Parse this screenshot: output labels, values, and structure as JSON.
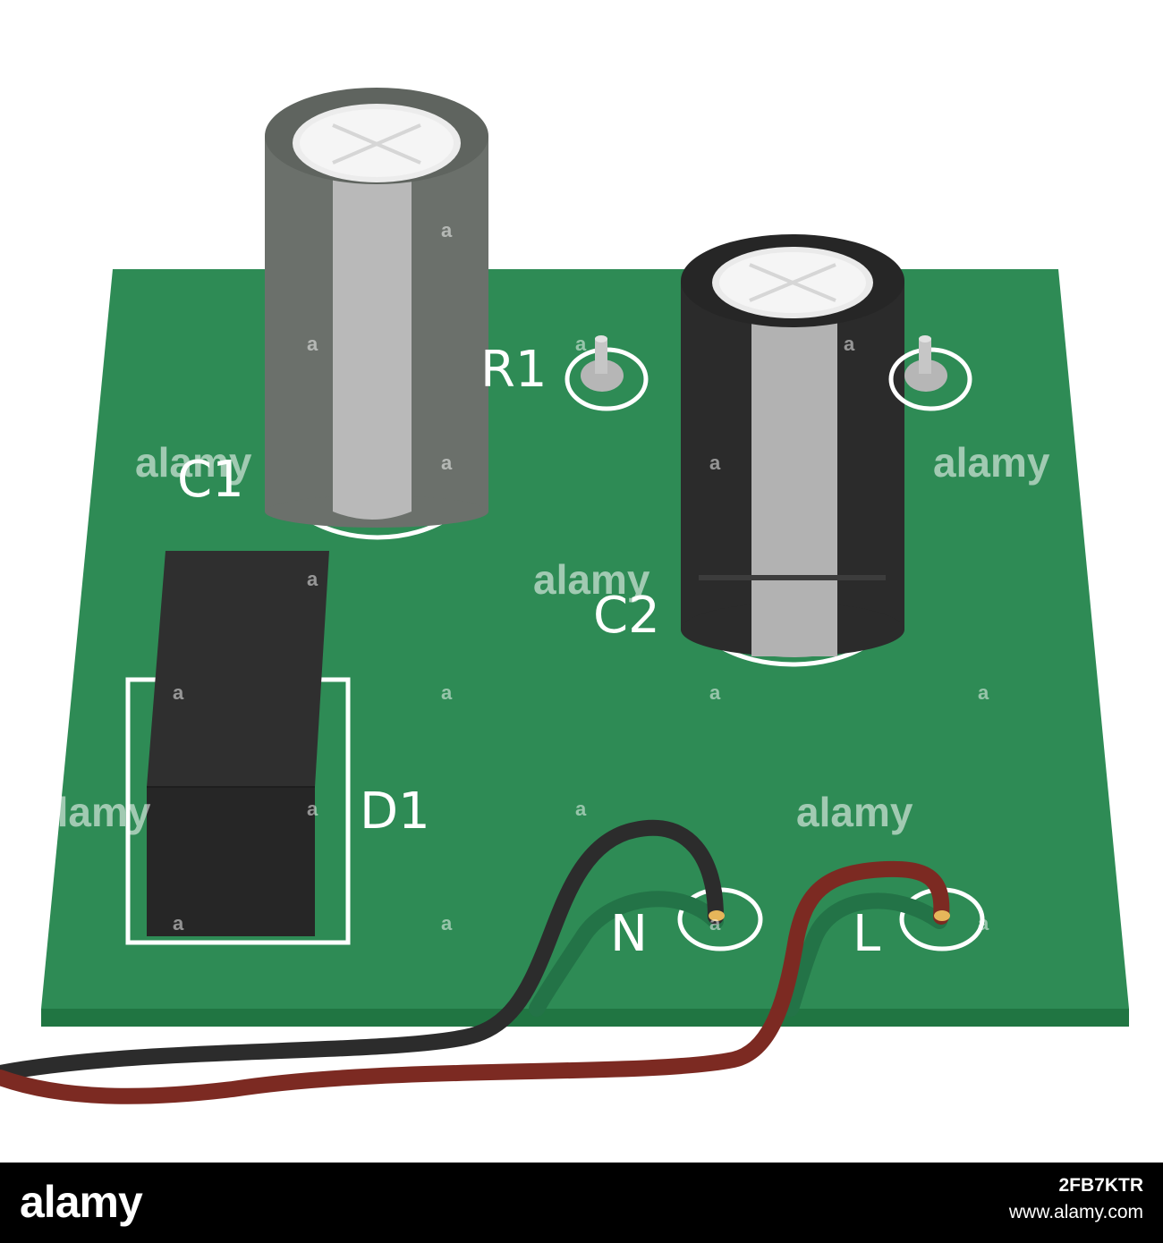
{
  "board": {
    "labels": {
      "c1": "C1",
      "c2": "C2",
      "r1": "R1",
      "d1": "D1",
      "n": "N",
      "l": "L"
    }
  },
  "watermark": {
    "text": "alamy",
    "letter": "a"
  },
  "footer": {
    "logo": "alamy",
    "image_id": "2FB7KTR",
    "url": "www.alamy.com"
  },
  "colors": {
    "pcb": "#2e8b55",
    "pcb_edge": "#207542",
    "silkscreen": "#ffffff",
    "pad": "#b6b6b6",
    "capacitor_c1": "#6b706b",
    "capacitor_c2": "#2b2b2b",
    "diode": "#2f2f2f",
    "wire_n": "#2c2c2c",
    "wire_l": "#7c2a22",
    "footer_bg": "#000000"
  }
}
